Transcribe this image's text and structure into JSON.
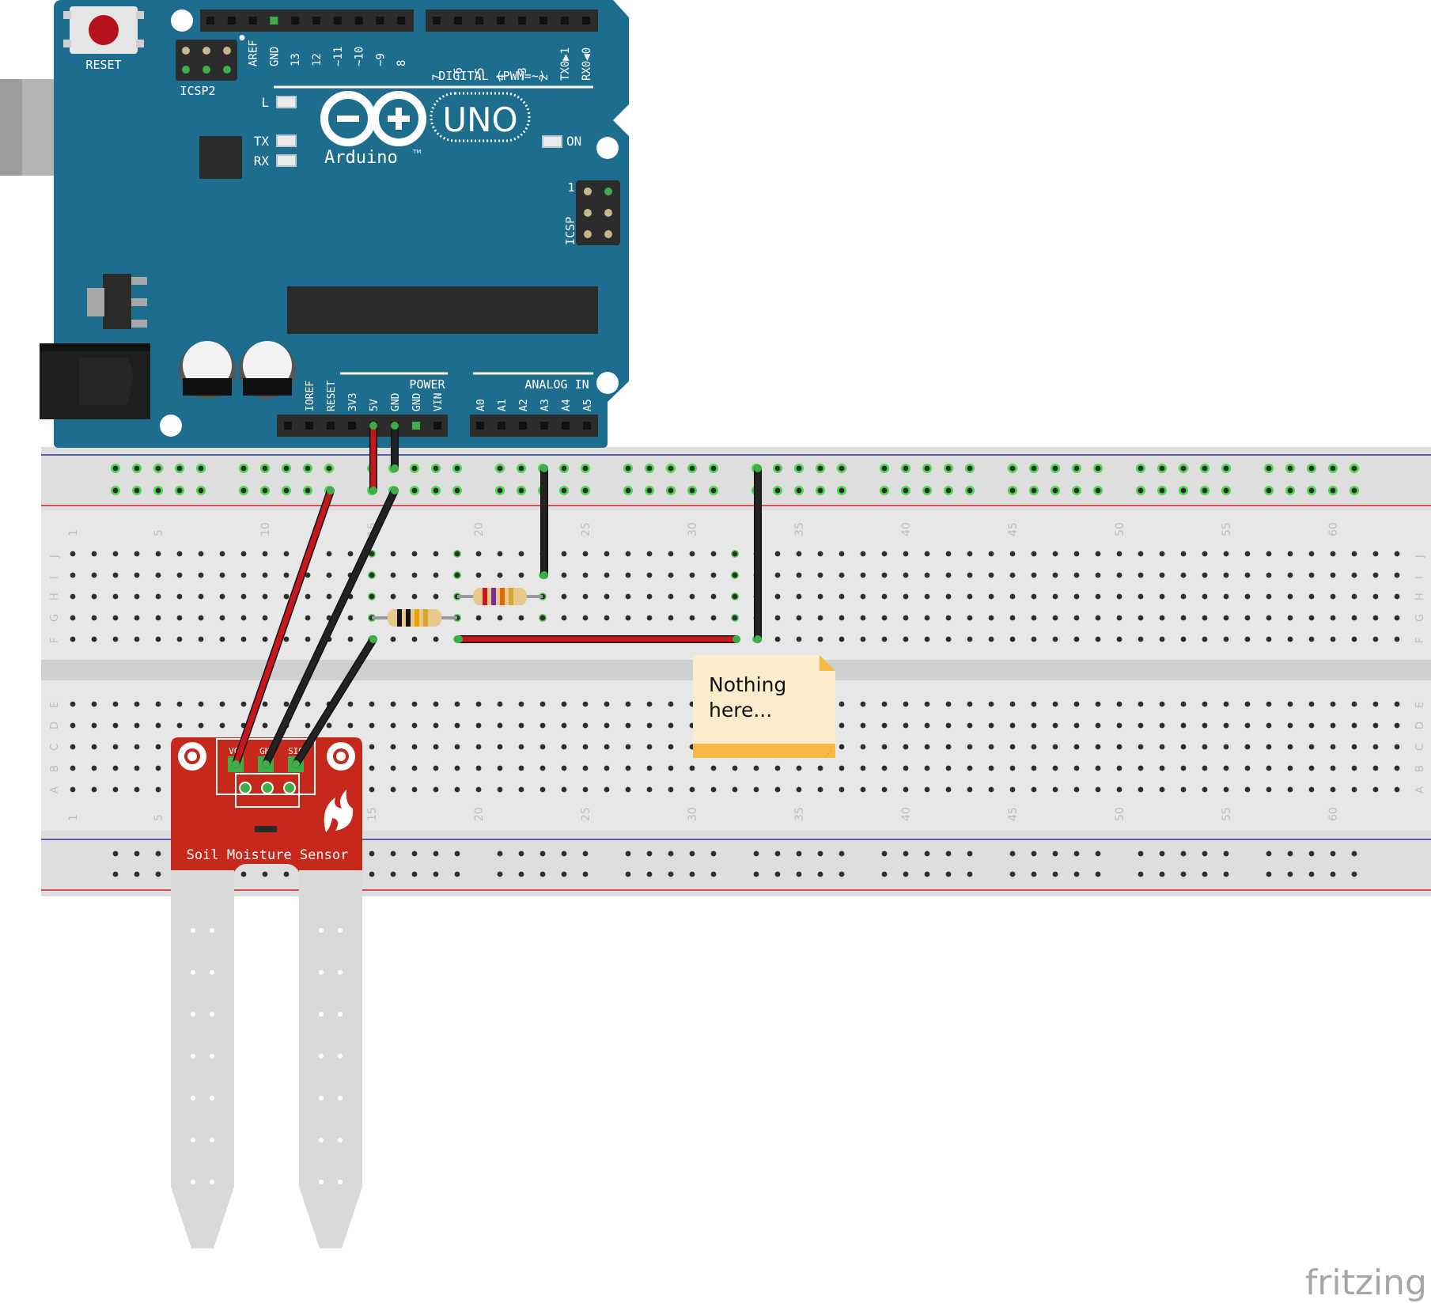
{
  "arduino": {
    "reset_label": "RESET",
    "icsp2_label": "ICSP2",
    "icsp_label": "ICSP",
    "icsp_pin1_label": "1",
    "led_l_label": "L",
    "led_tx_label": "TX",
    "led_rx_label": "RX",
    "led_on_label": "ON",
    "logo_uno": "UNO",
    "logo_name": "Arduino",
    "logo_tm": "TM",
    "digital_header": "DIGITAL (PWM=~)",
    "power_header": "POWER",
    "analog_header": "ANALOG IN",
    "digital_pins_left": [
      "AREF",
      "GND",
      "13",
      "12",
      "~11",
      "~10",
      "~9",
      "8"
    ],
    "digital_pins_right": [
      "7",
      "~6",
      "~5",
      "4",
      "~3",
      "2",
      "TX0▶1",
      "RX0◀0"
    ],
    "power_pins": [
      "IOREF",
      "RESET",
      "3V3",
      "5V",
      "GND",
      "GND",
      "VIN"
    ],
    "analog_pins": [
      "A0",
      "A1",
      "A2",
      "A3",
      "A4",
      "A5"
    ]
  },
  "breadboard": {
    "column_numbers": [
      "1",
      "5",
      "10",
      "15",
      "20",
      "25",
      "30",
      "35",
      "40",
      "45",
      "50",
      "55",
      "60"
    ],
    "row_letters_top": [
      "J",
      "I",
      "H",
      "G",
      "F"
    ],
    "row_letters_bottom": [
      "E",
      "D",
      "C",
      "B",
      "A"
    ]
  },
  "sensor": {
    "label": "Soil Moisture Sensor",
    "pin_labels": [
      "VCC",
      "GND",
      "SIG"
    ],
    "color": "#c7281c"
  },
  "note": {
    "text_line1": "Nothing",
    "text_line2": "here..."
  },
  "watermark": "fritzing",
  "colors": {
    "board": "#1d6d8f",
    "wire_red": "#c8161d",
    "wire_black": "#222222",
    "rail_red": "#d2232a",
    "rail_blue": "#2e3192"
  }
}
